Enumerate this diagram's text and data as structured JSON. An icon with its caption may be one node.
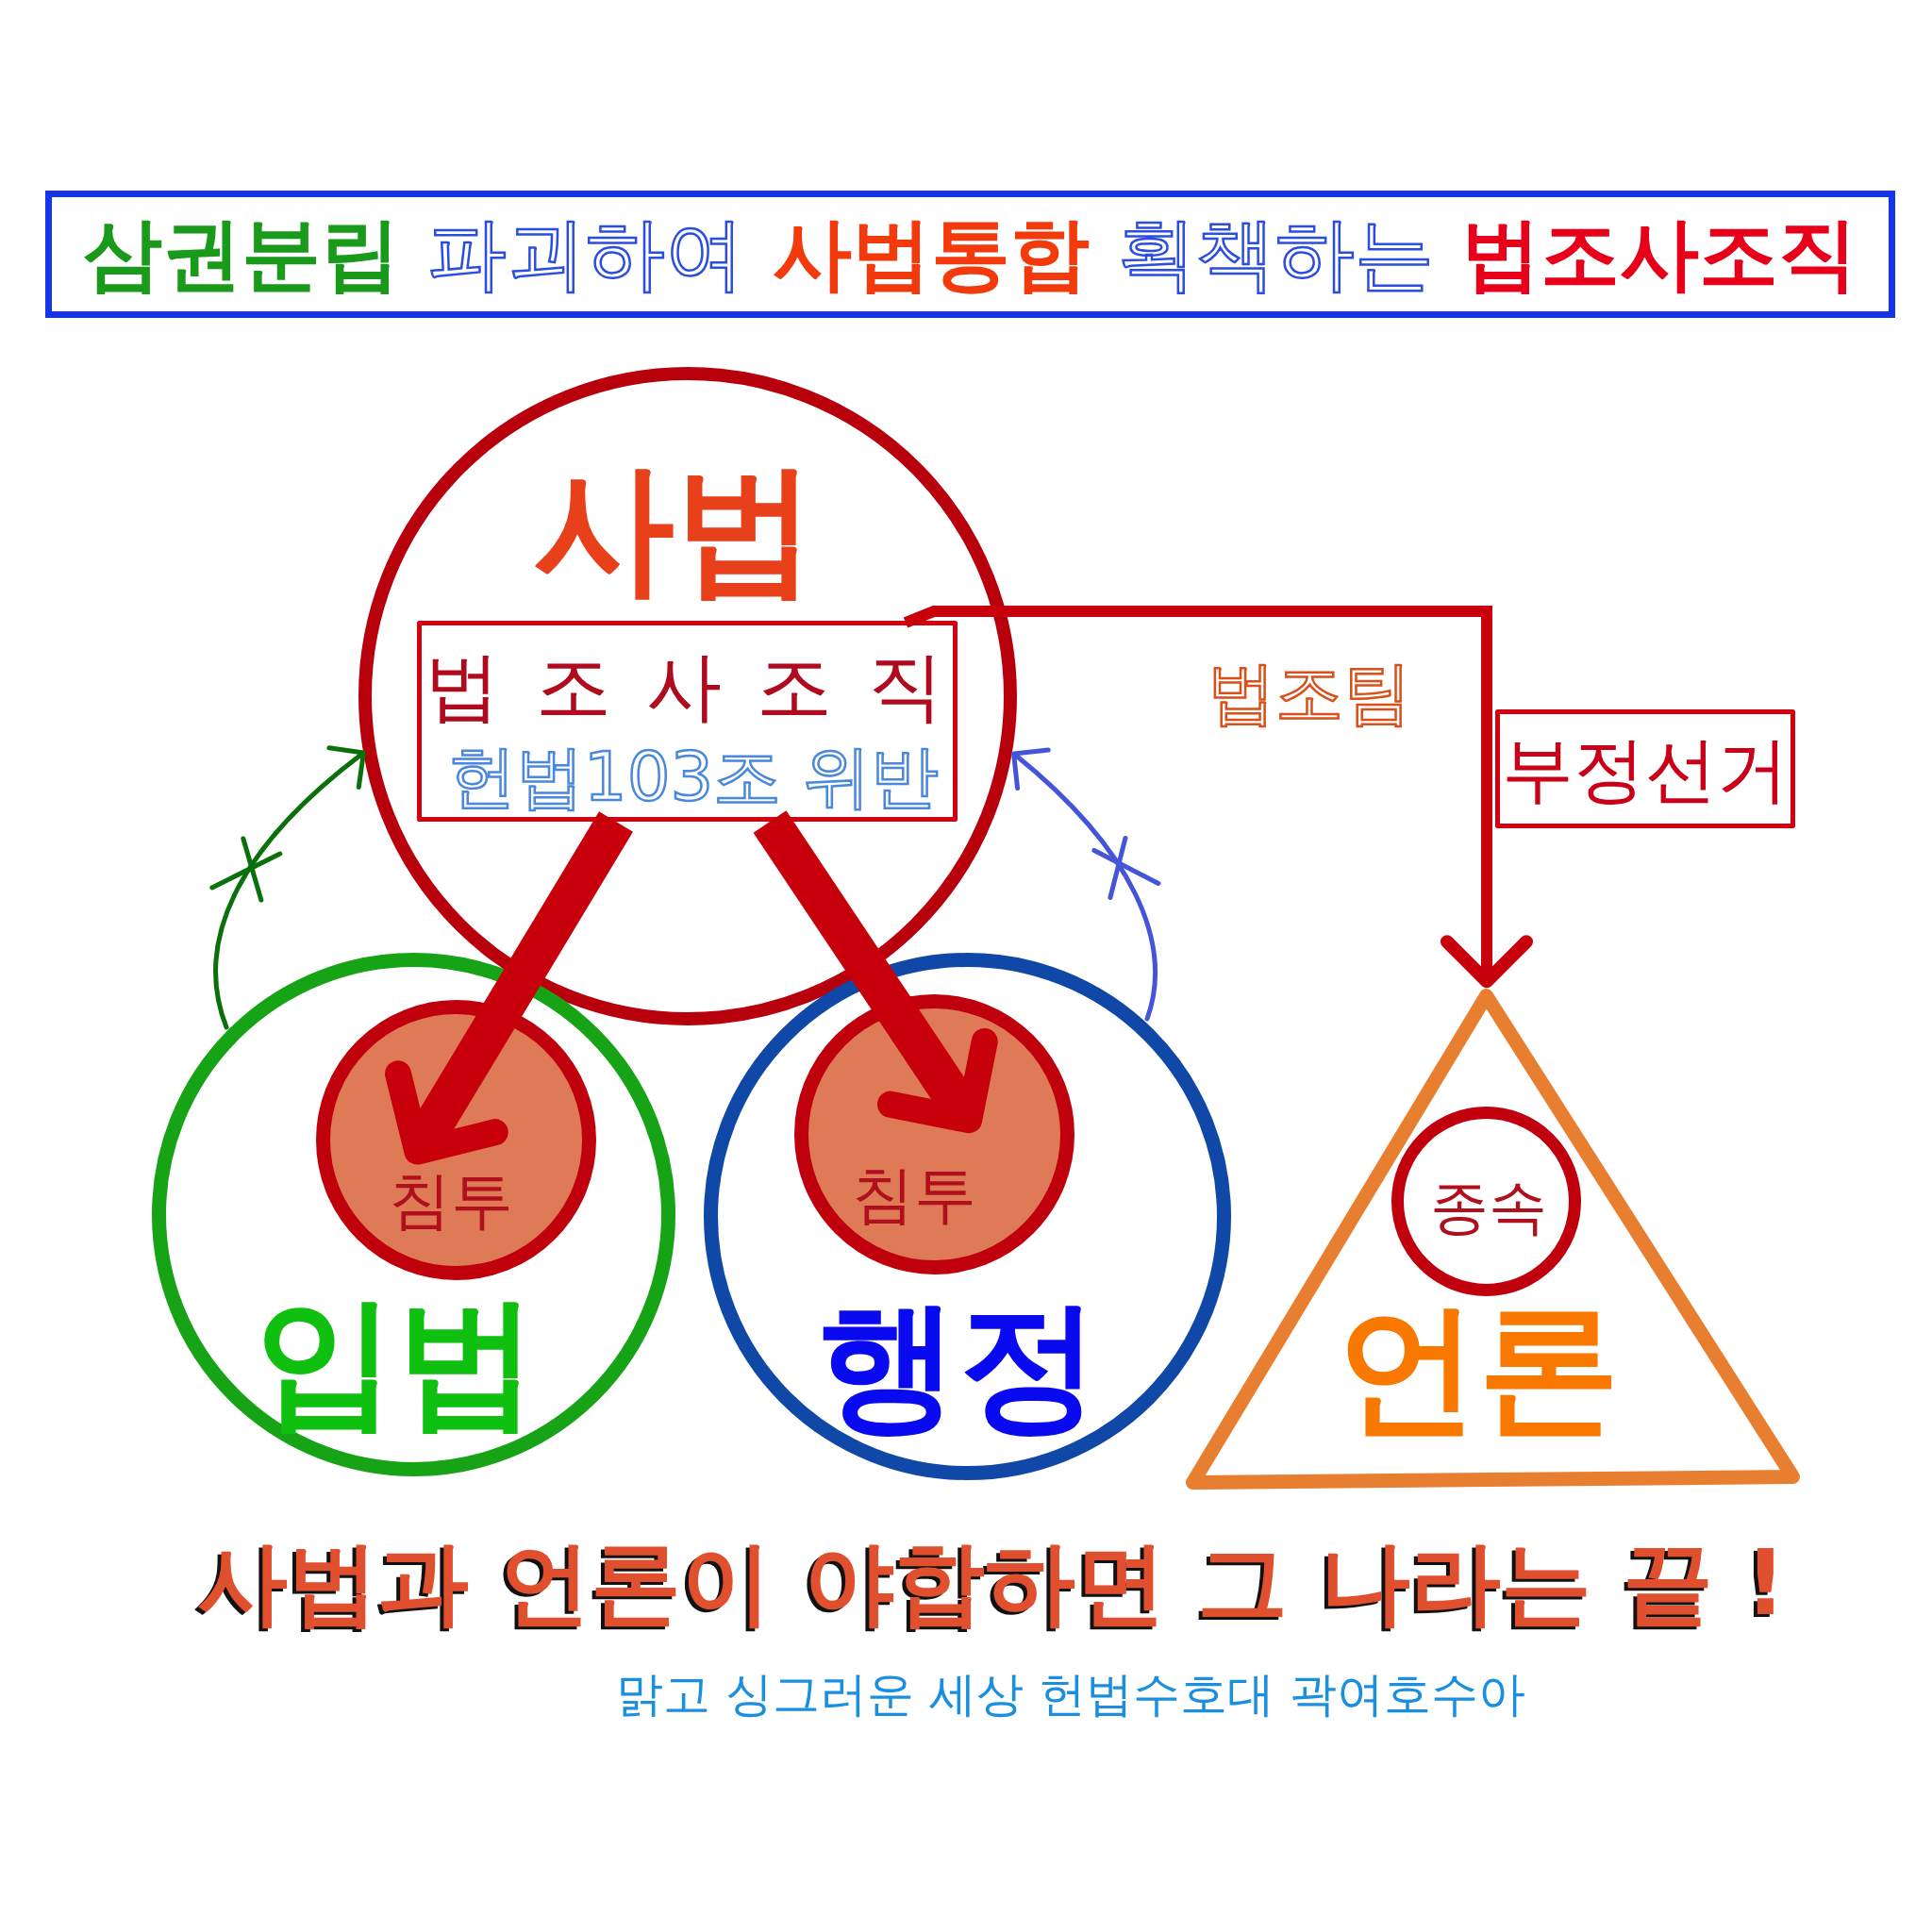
{
  "diagram": {
    "title": "삼권분립 파괴하여 사법통합 획책하는 법조사조직",
    "caption": "사법과 언론이 야합하면 그 나라는 끝 !",
    "nodes": [
      {
        "text": [
          "사법"
        ]
      },
      {
        "text": [
          "법 조 사 조 직",
          "헌법103조 위반"
        ],
        "in": 0
      },
      {
        "text": [
          "입법"
        ]
      },
      {
        "text": [
          "침투"
        ],
        "in": 2
      },
      {
        "text": [
          "행정"
        ]
      },
      {
        "text": [
          "침투"
        ],
        "in": 4
      },
      {
        "text": [
          "언론"
        ]
      },
      {
        "text": [
          "종속"
        ],
        "in": 6
      },
      {
        "text": [
          "부정선거"
        ]
      }
    ],
    "edges": [
      {
        "from": 1,
        "to": 3,
        "arrow": "to",
        "style": "thick"
      },
      {
        "from": 1,
        "to": 5,
        "arrow": "to",
        "style": "thick"
      },
      {
        "from": 1,
        "to": 6,
        "arrow": "to",
        "label": "법조팀"
      },
      {
        "from": 2,
        "to": 0,
        "arrow": "to",
        "color": "#0a700a"
      },
      {
        "from": 4,
        "to": 0,
        "arrow": "to",
        "color": "#4455d8"
      }
    ],
    "labels": [
      "맑고 싱그러운 세상 헌법수호대 곽여호수아"
    ]
  }
}
